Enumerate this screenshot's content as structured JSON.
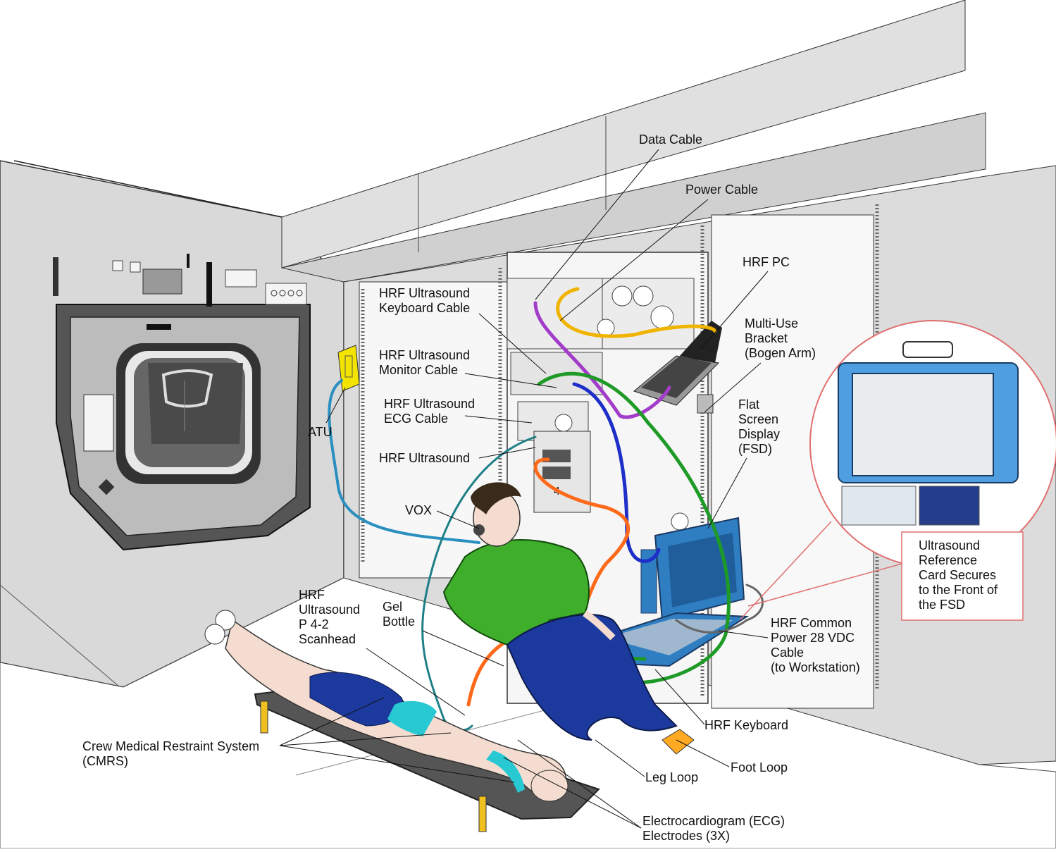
{
  "labels": {
    "data_cable": "Data Cable",
    "power_cable": "Power Cable",
    "hrf_pc": "HRF PC",
    "keyboard_cable": [
      "HRF Ultrasound",
      "Keyboard Cable"
    ],
    "monitor_cable": [
      "HRF Ultrasound",
      "Monitor Cable"
    ],
    "ecg_cable": [
      "HRF Ultrasound",
      "ECG Cable"
    ],
    "hrf_ultrasound": "HRF Ultrasound",
    "atu": "ATU",
    "vox": "VOX",
    "bogen": [
      "Multi-Use",
      "Bracket",
      "(Bogen Arm)"
    ],
    "fsd": [
      "Flat",
      "Screen",
      "Display",
      "(FSD)"
    ],
    "ref_card": [
      "Ultrasound",
      "Reference",
      "Card Secures",
      "to the Front of",
      "the FSD"
    ],
    "scanhead": [
      "HRF",
      "Ultrasound",
      "P 4-2",
      "Scanhead"
    ],
    "gel": [
      "Gel",
      "Bottle"
    ],
    "common_power": [
      "HRF Common",
      "Power 28 VDC",
      "Cable",
      "(to Workstation)"
    ],
    "keyboard": "HRF Keyboard",
    "cmrs": [
      "Crew Medical Restraint System",
      "(CMRS)"
    ],
    "foot_loop": "Foot Loop",
    "leg_loop": "Leg Loop",
    "ecg_electrodes": [
      "Electrocardiogram (ECG)",
      "Electrodes (3X)"
    ],
    "rack_number": "4"
  },
  "colors": {
    "wall": "#d9d9d9",
    "wall_dark": "#c4c4c4",
    "atu": "#f2e400",
    "fsd": "#2f7ec2",
    "fsd_light": "#4f9fe0",
    "shirt": "#3fae2a",
    "pants": "#1c3a9e",
    "skin": "#f4ddd0",
    "data_cable": "#a23cc9",
    "power_cable": "#f0b400",
    "green_cable": "#1e9a26",
    "blue_cable": "#1d2fc8",
    "orange_cable": "#ff6a1a",
    "teal_cable": "#1f7f86",
    "atu_cable": "#2a8fbf",
    "callout_circle": "#e07070",
    "cyan_band": "#29c9d4"
  },
  "icons": [
    "hatch-icon",
    "atu-box-icon",
    "laptop-icon",
    "fsd-display-icon",
    "keyboard-icon",
    "astronaut-icon",
    "patient-icon",
    "restraint-board-icon",
    "foot-loop-icon"
  ]
}
